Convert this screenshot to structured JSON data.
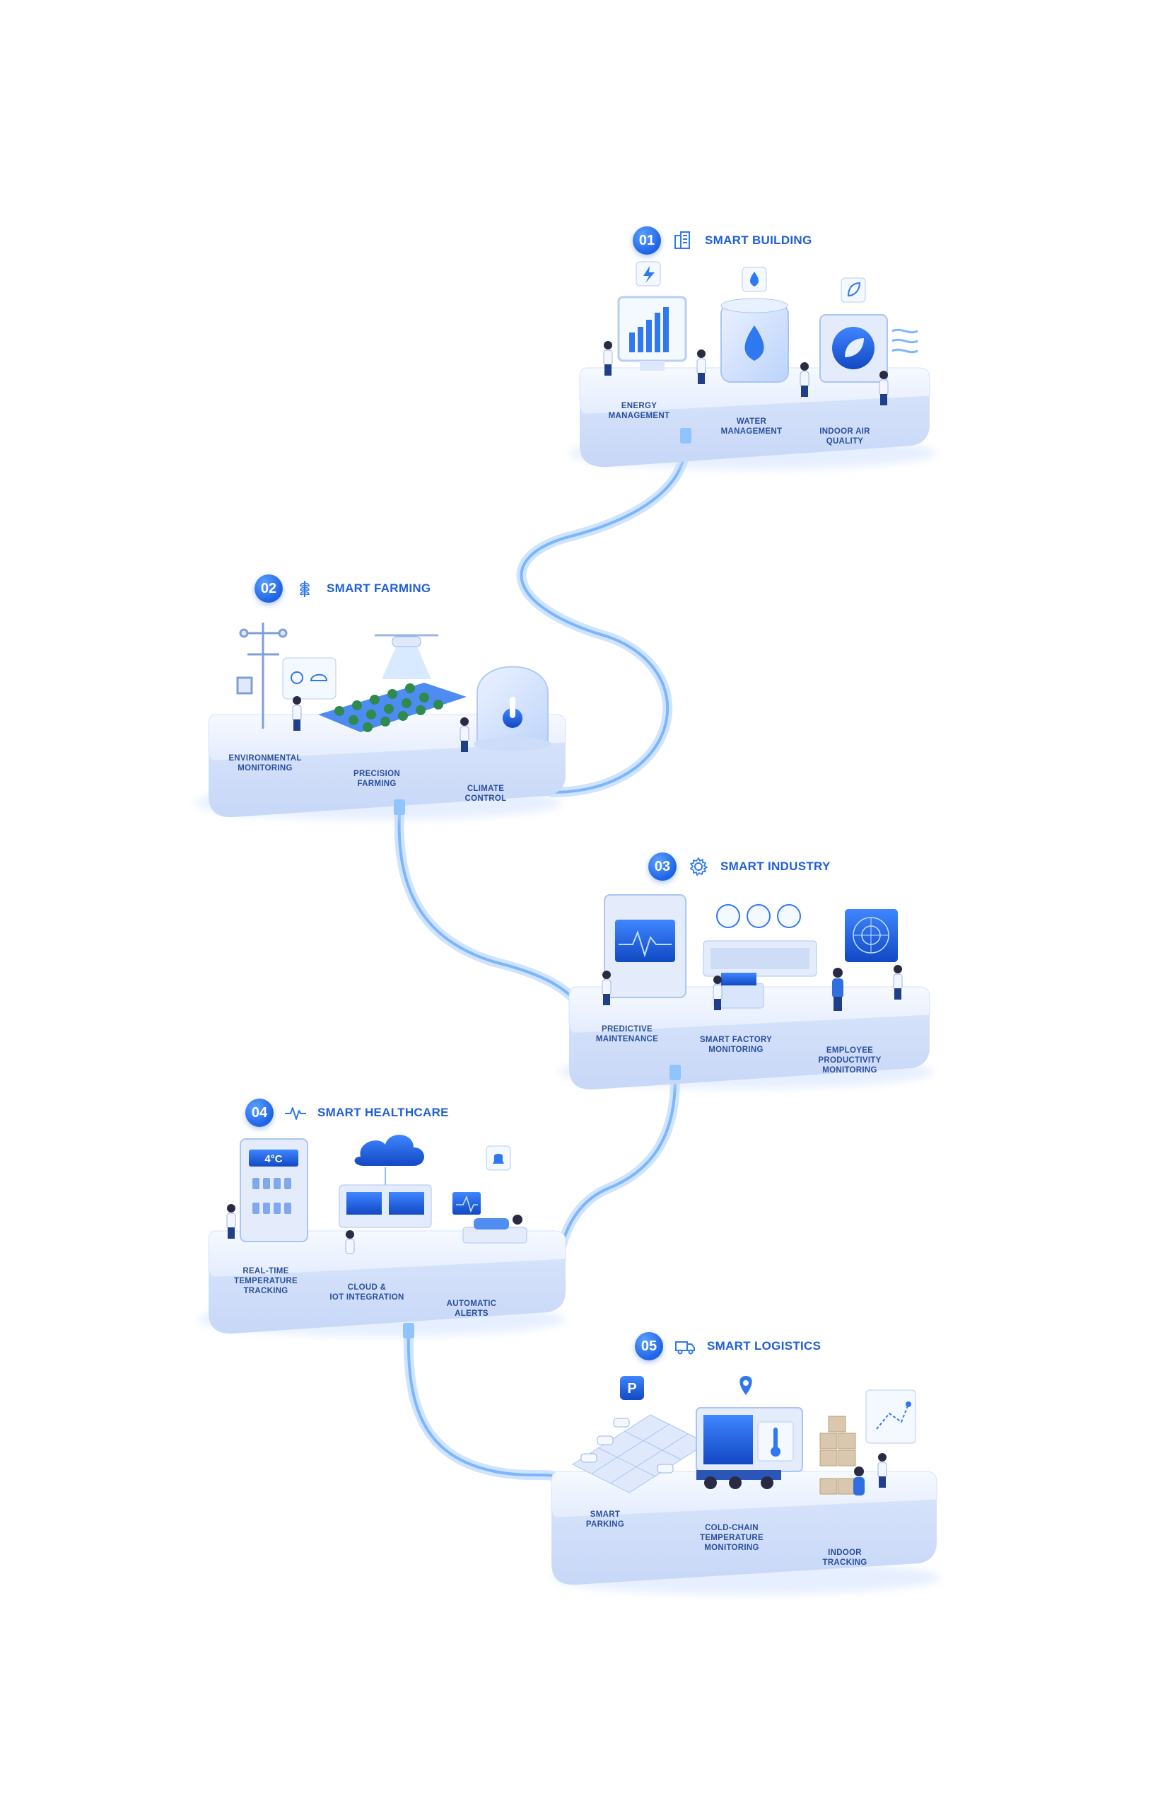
{
  "sections": [
    {
      "number": "01",
      "title": "SMART BUILDING",
      "icon": "building-icon",
      "labels": [
        "ENERGY\nMANAGEMENT",
        "WATER\nMANAGEMENT",
        "INDOOR AIR\nQUALITY"
      ]
    },
    {
      "number": "02",
      "title": "SMART FARMING",
      "icon": "wheat-icon",
      "labels": [
        "ENVIRONMENTAL\nMONITORING",
        "PRECISION\nFARMING",
        "CLIMATE\nCONTROL"
      ]
    },
    {
      "number": "03",
      "title": "SMART INDUSTRY",
      "icon": "gear-icon",
      "labels": [
        "PREDICTIVE\nMAINTENANCE",
        "SMART FACTORY\nMONITORING",
        "EMPLOYEE\nPRODUCTIVITY\nMONITORING"
      ]
    },
    {
      "number": "04",
      "title": "SMART HEALTHCARE",
      "icon": "heartbeat-icon",
      "labels": [
        "REAL-TIME\nTEMPERATURE\nTRACKING",
        "CLOUD &\nIOT INTEGRATION",
        "AUTOMATIC\nALERTS"
      ]
    },
    {
      "number": "05",
      "title": "SMART LOGISTICS",
      "icon": "truck-icon",
      "labels": [
        "SMART\nPARKING",
        "COLD-CHAIN\nTEMPERATURE\nMONITORING",
        "INDOOR\nTRACKING"
      ]
    }
  ],
  "illustration_text": {
    "fridge_temperature": "4°C",
    "parking_sign": "P"
  },
  "colors": {
    "accent": "#1f63e6",
    "title": "#1f5fd6",
    "label": "#2b4f9a",
    "platform": "#eef3ff",
    "cable": "#8fc4ff"
  }
}
